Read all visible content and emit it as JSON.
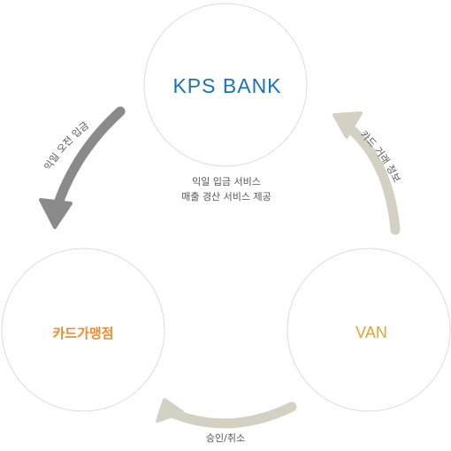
{
  "nodes": {
    "bank": {
      "label": "KPS BANK",
      "color": "#1a73b8"
    },
    "merchant": {
      "label": "카드가맹점",
      "color": "#f08a2c"
    },
    "van": {
      "label": "VAN",
      "color": "#f0a020"
    }
  },
  "center_text": {
    "line1": "익일 입금 서비스",
    "line2": "매출 경산 서비스 제공"
  },
  "arrows": {
    "left": {
      "label": "익일 오전 입금",
      "color": "#8a8a8a"
    },
    "right": {
      "label": "카드 거래 정보",
      "color": "#d4d0c4"
    },
    "bottom": {
      "label": "승인/취소",
      "color": "#d4d0c4"
    }
  },
  "colors": {
    "circle_stroke": "#dcdcdc"
  }
}
